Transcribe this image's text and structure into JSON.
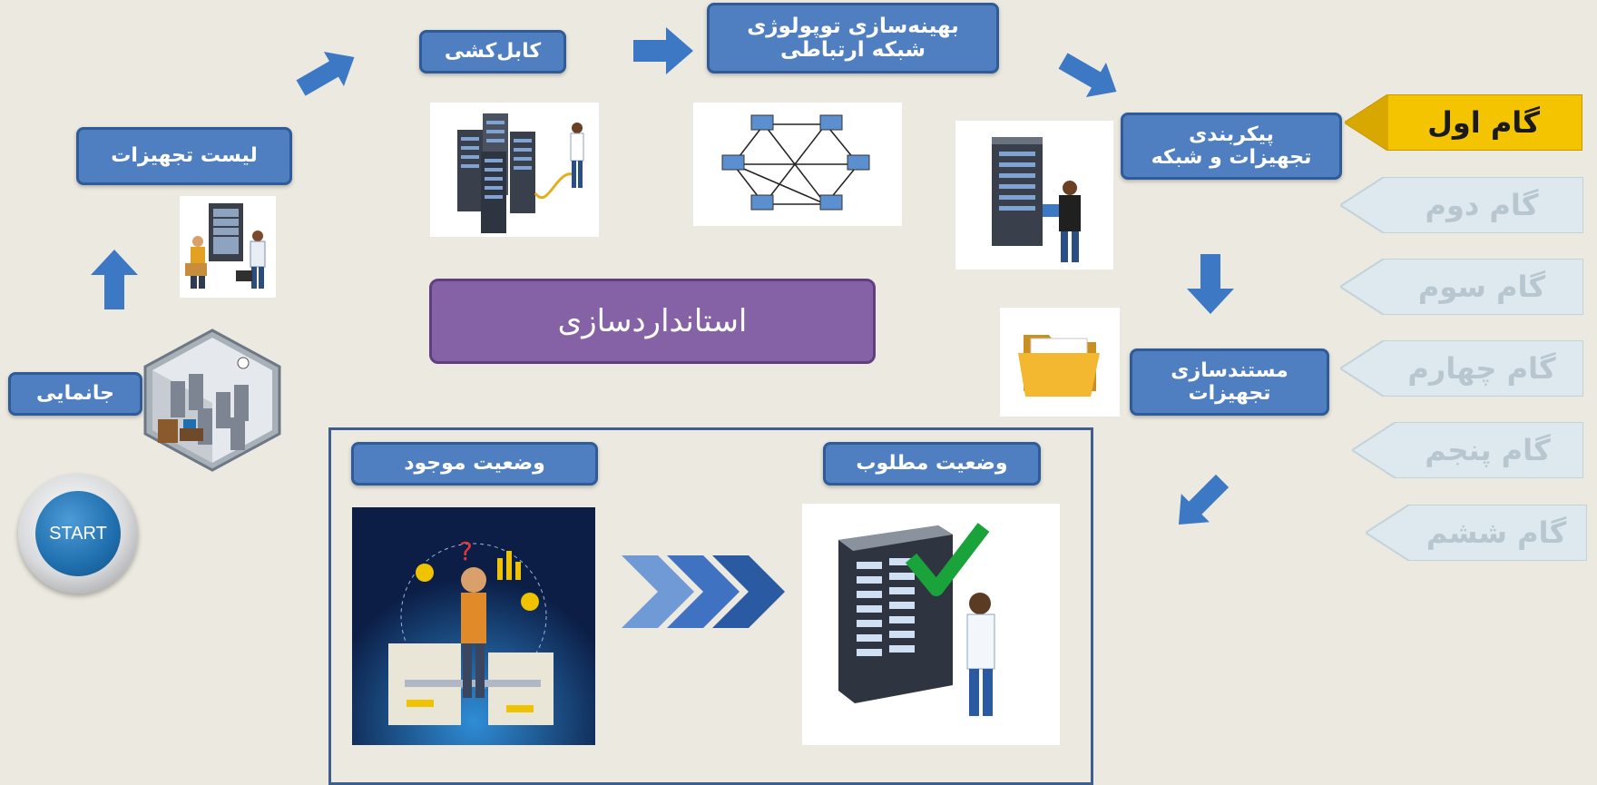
{
  "nodes": {
    "location": "جانمایی",
    "equipment_list": "لیست تجهیزات",
    "cabling": "کابل‌کشی",
    "topology_line1": "بهینه‌سازی توپولوژی",
    "topology_line2": "شبکه ارتباطی",
    "config_line1": "پیکربندی",
    "config_line2": "تجهیزات و شبکه",
    "documentation_line1": "مستندسازی",
    "documentation_line2": "تجهیزات",
    "current_state": "وضعیت موجود",
    "desired_state": "وضعیت مطلوب"
  },
  "standardization": "استانداردسازی",
  "start_button": "START",
  "steps": [
    {
      "label": "گام اول",
      "active": true
    },
    {
      "label": "گام دوم",
      "active": false
    },
    {
      "label": "گام سوم",
      "active": false
    },
    {
      "label": "گام چهارم",
      "active": false
    },
    {
      "label": "گام پنجم",
      "active": false
    },
    {
      "label": "گام ششم",
      "active": false
    }
  ],
  "colors": {
    "node_fill": "#4f7fc0",
    "node_border": "#2f5c98",
    "arrow": "#3c78c4",
    "standardization_fill": "#8462a5",
    "active_step": "#f5c400",
    "inactive_step": "#dde9ee",
    "background": "#ece9e0"
  },
  "icons": [
    "server-room-icon",
    "technician-rack-icon",
    "server-cluster-icon",
    "network-topology-icon",
    "server-technician-icon",
    "folder-icon",
    "confused-person-icon",
    "server-checkmark-icon",
    "chevron-arrows-icon"
  ]
}
